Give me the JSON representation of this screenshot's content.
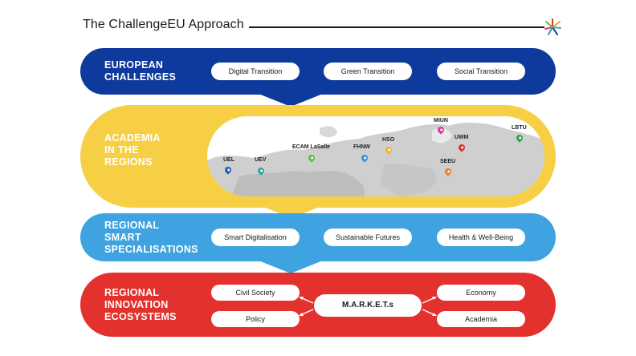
{
  "header": {
    "title": "The ChallengeEU Approach"
  },
  "colors": {
    "blue": "#0d3a9c",
    "yellow": "#f6cf45",
    "light_blue": "#3ea3e0",
    "red": "#e3312d"
  },
  "bands": {
    "challenges": {
      "label": "EUROPEAN\nCHALLENGES",
      "items": [
        "Digital Transition",
        "Green Transition",
        "Social Transition"
      ]
    },
    "academia": {
      "label": "ACADEMIA\nIN THE\nREGIONS",
      "pins": [
        {
          "label": "UEL",
          "color": "#1b5bb5"
        },
        {
          "label": "UEV",
          "color": "#2aa79a"
        },
        {
          "label": "ECAM LaSalle",
          "color": "#5dbb46"
        },
        {
          "label": "FHNW",
          "color": "#3c8fd9"
        },
        {
          "label": "HSO",
          "color": "#f1b428"
        },
        {
          "label": "MIUN",
          "color": "#d53c8f"
        },
        {
          "label": "UWM",
          "color": "#e0302a"
        },
        {
          "label": "SEEU",
          "color": "#ef7b22"
        },
        {
          "label": "LBTU",
          "color": "#27a54a"
        }
      ]
    },
    "specialisations": {
      "label": "REGIONAL\nSMART\nSPECIALISATIONS",
      "items": [
        "Smart Digitalisation",
        "Sustainable Futures",
        "Health & Well-Being"
      ]
    },
    "ecosystems": {
      "label": "REGIONAL\nINNOVATION\nECOSYSTEMS",
      "left_items": [
        "Civil Society",
        "Policy"
      ],
      "center": "M.A.R.K.E.T.s",
      "right_items": [
        "Economy",
        "Academia"
      ]
    }
  }
}
